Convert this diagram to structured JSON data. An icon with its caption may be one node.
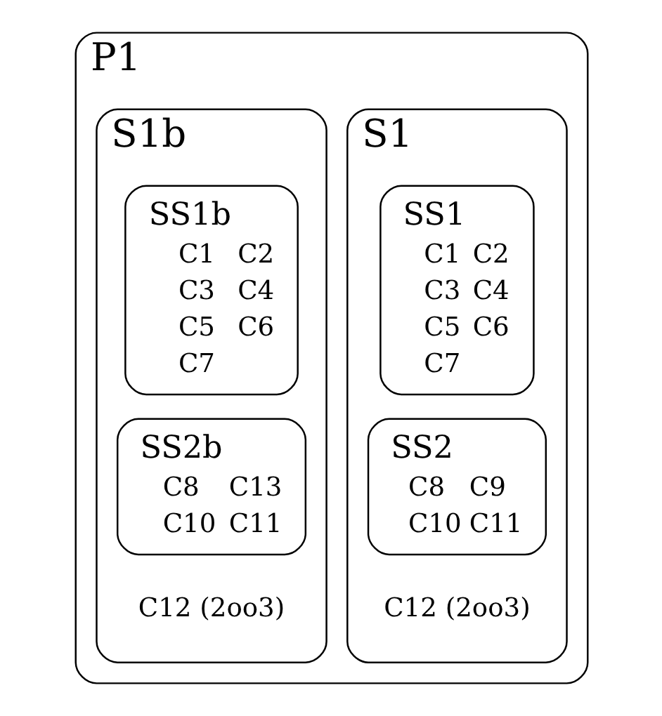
{
  "diagram": {
    "nodes": [
      {
        "text": [
          "P1"
        ]
      },
      {
        "text": [
          "S1",
          "C12 (2oo3)"
        ],
        "in": 0
      },
      {
        "text": [
          "SS1",
          "C1",
          "C2",
          "C3",
          "C4",
          "C5",
          "C6",
          "C7"
        ],
        "in": 1
      },
      {
        "text": [
          "SS2",
          "C8",
          "C9",
          "C10",
          "C11"
        ],
        "in": 1
      },
      {
        "text": [
          "S1b",
          "C12 (2oo3)"
        ],
        "in": 0
      },
      {
        "text": [
          "SS1b",
          "C1",
          "C2",
          "C3",
          "C4",
          "C5",
          "C6",
          "C7"
        ],
        "in": 4
      },
      {
        "text": [
          "SS2b",
          "C8",
          "C13",
          "C10",
          "C11"
        ],
        "in": 4
      }
    ],
    "edges": []
  }
}
